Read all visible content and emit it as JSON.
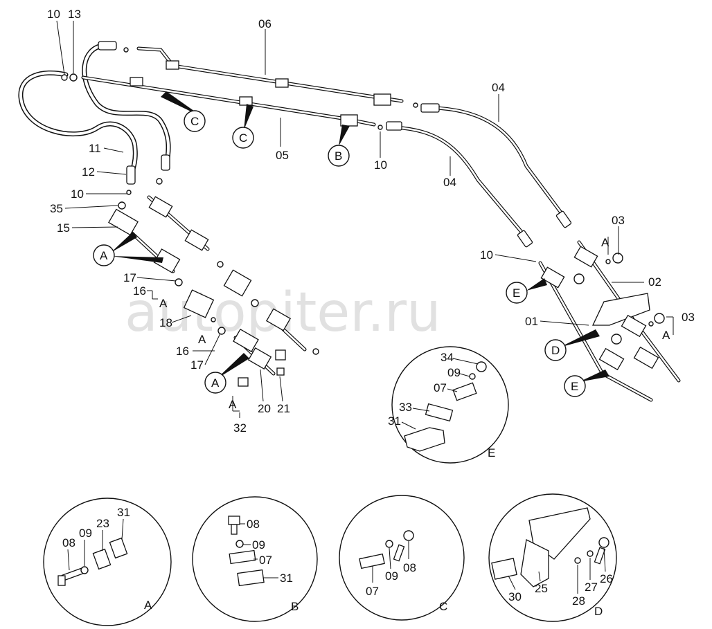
{
  "watermark": "autopiter.ru",
  "labels": {
    "l10_top": "10",
    "l13": "13",
    "l06": "06",
    "l04_top": "04",
    "l04_mid": "04",
    "l05": "05",
    "l10_mid": "10",
    "l11": "11",
    "l12": "12",
    "l10_left": "10",
    "l35": "35",
    "l15": "15",
    "l17_a": "17",
    "l16_a": "16",
    "l18": "18",
    "l16_b": "16",
    "l17_b": "17",
    "l20": "20",
    "l21": "21",
    "l32": "32",
    "l10_right": "10",
    "l03_top": "03",
    "l02": "02",
    "l01": "01",
    "l03_right": "03",
    "e34": "34",
    "e09": "09",
    "e07": "07",
    "e33": "33",
    "e31": "31",
    "a08": "08",
    "a09": "09",
    "a23": "23",
    "a31": "31",
    "b08": "08",
    "b09": "09",
    "b07": "07",
    "b31": "31",
    "c07": "07",
    "c09": "09",
    "c08": "08",
    "d25": "25",
    "d30": "30",
    "d28": "28",
    "d27": "27",
    "d26": "26"
  },
  "callouts": {
    "c_left": "C",
    "c_mid": "C",
    "b_mid": "B",
    "a_left": "A",
    "a_low": "A",
    "e_right_top": "E",
    "d_right": "D",
    "e_right_low": "E",
    "a_sub_16": "A",
    "a_sub_16b": "A",
    "a_sub_32": "A",
    "a_sub_03": "A",
    "a_sub_03b": "A"
  },
  "details": {
    "A": "A",
    "B": "B",
    "C": "C",
    "D": "D",
    "E": "E"
  }
}
